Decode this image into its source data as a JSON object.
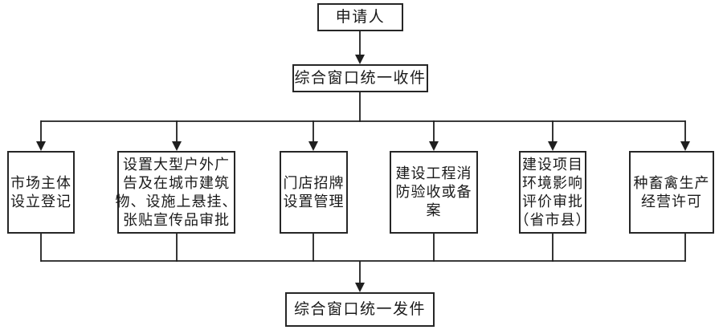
{
  "canvas": {
    "background": "#ffffff",
    "line_color": "#1f1f1f",
    "box_border_color": "#262626",
    "text_color": "#1a1a1a"
  },
  "flowchart": {
    "nodes": {
      "applicant": {
        "label": "申请人",
        "lines": [
          "申请人"
        ]
      },
      "intake": {
        "label": "综合窗口统一收件",
        "lines": [
          "综合窗口统一收件"
        ]
      },
      "market_registration": {
        "label": "市场主体设立登记",
        "lines": [
          "市场主体",
          "设立登记"
        ]
      },
      "outdoor_ad_approval": {
        "label": "设置大型户外广告及在城市建筑物、设施上悬挂、张贴宣传品审批",
        "lines": [
          "设置大型户外广",
          "告及在城市建筑",
          "物、设施上悬挂、",
          "张贴宣传品审批"
        ]
      },
      "shop_sign_management": {
        "label": "门店招牌设置管理",
        "lines": [
          "门店招牌",
          "设置管理"
        ]
      },
      "fire_acceptance": {
        "label": "建设工程消防验收或备案",
        "lines": [
          "建设工程消",
          "防验收或备",
          "案"
        ]
      },
      "env_impact_approval": {
        "label": "建设项目环境影响评价审批（省市县）",
        "lines": [
          "建设项目",
          "环境影响",
          "评价审批",
          "（省市县）"
        ]
      },
      "livestock_license": {
        "label": "种畜禽生产经营许可",
        "lines": [
          "种畜禽生产",
          "经营许可"
        ]
      },
      "dispatch": {
        "label": "综合窗口统一发件",
        "lines": [
          "综合窗口统一发件"
        ]
      }
    }
  }
}
